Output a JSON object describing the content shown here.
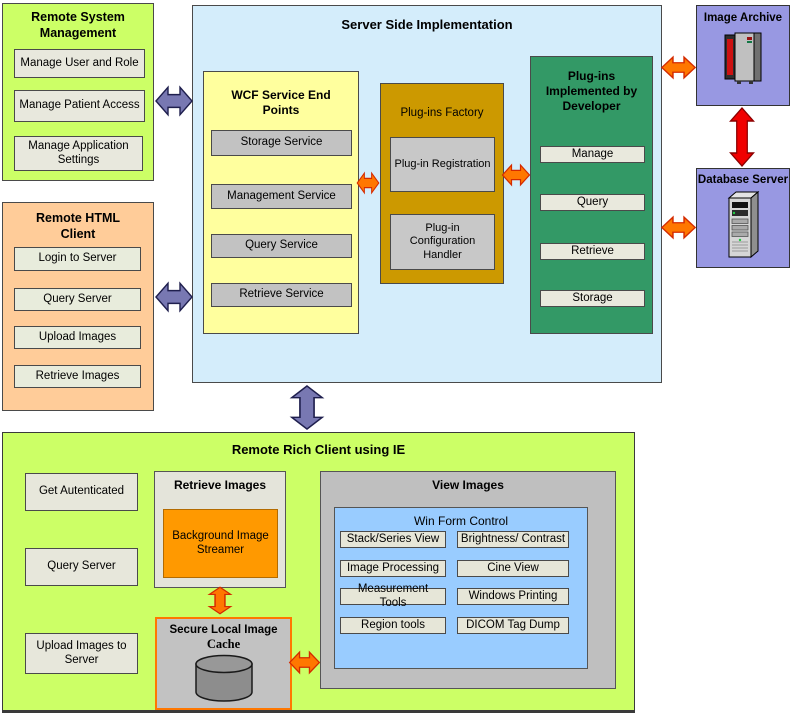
{
  "colors": {
    "lime_green": "#ccff66",
    "client_orange": "#ffcc99",
    "server_blue": "#d4edfb",
    "wcf_yellow": "#ffff9e",
    "factory_gold": "#cc9900",
    "plugin_green": "#339966",
    "archive_purple": "#9898e2",
    "winform_blue": "#99ccff",
    "streamer_orange": "#ff9900",
    "arrow_purple": "#7878b2",
    "arrow_orange": "#ff7700",
    "arrow_red": "#f00000"
  },
  "remote_system_management": {
    "title": "Remote System Management",
    "items": [
      "Manage User and Role",
      "Manage Patient Access",
      "Manage Application Settings"
    ]
  },
  "remote_html_client": {
    "title": "Remote HTML Client",
    "items": [
      "Login to Server",
      "Query Server",
      "Upload Images",
      "Retrieve Images"
    ]
  },
  "server_side": {
    "title": "Server Side Implementation",
    "wcf": {
      "title": "WCF Service End Points",
      "items": [
        "Storage Service",
        "Management Service",
        "Query Service",
        "Retrieve Service"
      ]
    },
    "factory": {
      "title": "Plug-ins Factory",
      "items": [
        "Plug-in Registration",
        "Plug-in Configuration Handler"
      ]
    },
    "plugins": {
      "title": "Plug-ins Implemented by Developer",
      "items": [
        "Manage",
        "Query",
        "Retrieve",
        "Storage"
      ]
    }
  },
  "image_archive": {
    "title": "Image Archive"
  },
  "database_server": {
    "title": "Database Server"
  },
  "rich_client": {
    "title": "Remote Rich Client using IE",
    "buttons": [
      "Get Autenticated",
      "Query Server",
      "Upload Images to Server"
    ],
    "retrieve_images": {
      "title": "Retrieve Images",
      "streamer": "Background Image Streamer"
    },
    "cache": {
      "title_line1": "Secure Local Image",
      "title_line2": "Cache"
    },
    "view_images": {
      "title": "View Images",
      "win_form": {
        "title": "Win Form Control",
        "left": [
          "Stack/Series View",
          "Image Processing",
          "Measurement Tools",
          "Region tools"
        ],
        "right": [
          "Brightness/ Contrast",
          "Cine View",
          "Windows Printing",
          "DICOM Tag Dump"
        ]
      }
    }
  }
}
